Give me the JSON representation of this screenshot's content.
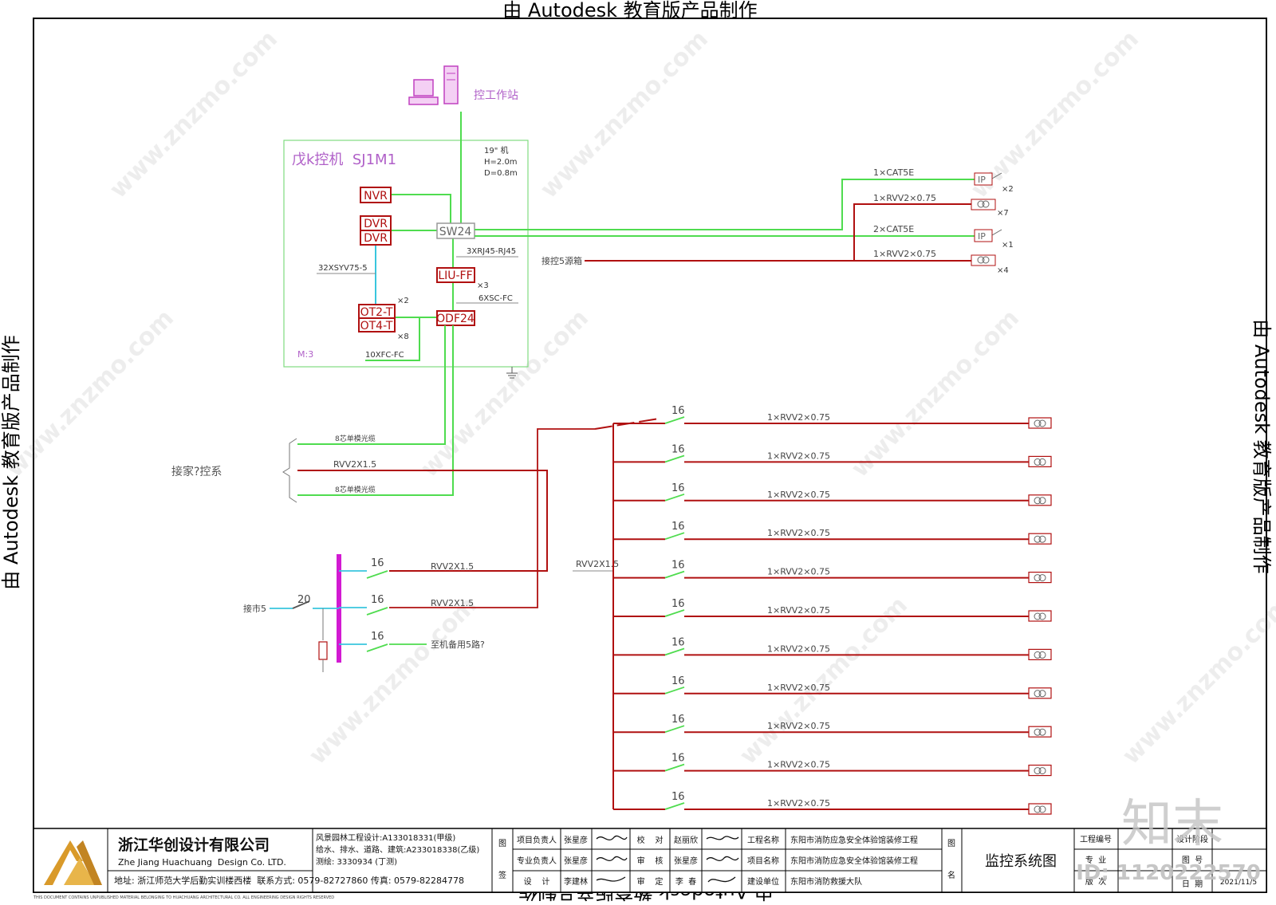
{
  "watermark": {
    "top": "由 Autodesk 教育版产品制作",
    "bottom": "由 Autodesk 教育版产品制作",
    "left": "由 Autodesk 教育版产品制作",
    "right": "由 Autodesk 教育版产品制作",
    "brand": "知末",
    "id_label": "ID: 1120222570",
    "site": "www.znzmo.com"
  },
  "diagram": {
    "workstation_label": "控工作站",
    "cabinet_title": "戊k控机  SJ1M1",
    "cabinet_spec": [
      "19\" 机",
      "H=2.0m",
      "D=0.8m"
    ],
    "cabinet_tag": "M:3",
    "boxes": {
      "nvr": "NVR",
      "dvr1": "DVR",
      "dvr2": "DVR",
      "sw": "SW24",
      "liu": "LIU-FF",
      "ot2": "OT2-T",
      "ot4": "OT4-T",
      "odf": "ODF24"
    },
    "labels": {
      "coax": "32XSYV75-5",
      "rj45": "3XRJ45-RJ45",
      "x3": "×3",
      "scfc": "6XSC-FC",
      "x2b": "×2",
      "x8": "×8",
      "xfc": "10XFC-FC",
      "cat5e_1": "1×CAT5E",
      "rvv_1": "1×RVV2×0.75",
      "cat5e_2": "2×CAT5E",
      "rvv_2": "1×RVV2×0.75",
      "ip1": "IP",
      "ip2": "IP",
      "mx2": "×2",
      "mx7": "×7",
      "mx1": "×1",
      "mx4": "×4",
      "power_box": "接控5源箱",
      "fiber1": "8芯单模光缆",
      "rvv15_a": "RVV2X1.5",
      "fiber2": "8芯单模光缆",
      "external": "接家?控系",
      "rvv15_b": "RVV2X1.5",
      "rvv15_c": "RVV2X1.5",
      "rvv15_d": "RVV2X1.5",
      "sw16_a": "16",
      "sw16_b": "16",
      "sw16_c": "16",
      "sw20": "20",
      "mains": "接市5",
      "spare": "至机备用5路?"
    },
    "branches": [
      {
        "rating": "16",
        "cable": "1×RVV2×0.75"
      },
      {
        "rating": "16",
        "cable": "1×RVV2×0.75"
      },
      {
        "rating": "16",
        "cable": "1×RVV2×0.75"
      },
      {
        "rating": "16",
        "cable": "1×RVV2×0.75"
      },
      {
        "rating": "16",
        "cable": "1×RVV2×0.75"
      },
      {
        "rating": "16",
        "cable": "1×RVV2×0.75"
      },
      {
        "rating": "16",
        "cable": "1×RVV2×0.75"
      },
      {
        "rating": "16",
        "cable": "1×RVV2×0.75"
      },
      {
        "rating": "16",
        "cable": "1×RVV2×0.75"
      },
      {
        "rating": "16",
        "cable": "1×RVV2×0.75"
      },
      {
        "rating": "16",
        "cable": "1×RVV2×0.75"
      }
    ]
  },
  "titleblock": {
    "company_cn": "浙江华创设计有限公司",
    "company_en": "Zhe Jiang Huachuang  Design Co. LTD.",
    "address": "地址: 浙江师范大学后勤实训楼西楼  联系方式: 0579-82727860 传真: 0579-82284778",
    "qual1": "风景园林工程设计:A133018331(甲级)",
    "qual2": "给水、排水、道路、建筑:A233018338(乙级)",
    "qual3": "测绘: 3330934 (丁测)",
    "sign_label": [
      "图",
      "签"
    ],
    "roles": [
      {
        "role": "项目负责人",
        "name": "张星彦"
      },
      {
        "role": "专业负责人",
        "name": "张星彦"
      },
      {
        "role": "设    计",
        "name": "李建林"
      }
    ],
    "checks": [
      {
        "role": "校    对",
        "name": "赵丽欣"
      },
      {
        "role": "审    核",
        "name": "张星彦"
      },
      {
        "role": "审    定",
        "name": "李  春"
      }
    ],
    "project_rows": [
      {
        "label": "工程名称",
        "value": "东阳市消防应急安全体验馆装修工程"
      },
      {
        "label": "项目名称",
        "value": "东阳市消防应急安全体验馆装修工程"
      },
      {
        "label": "建设单位",
        "value": "东阳市消防救援大队"
      }
    ],
    "drawing_name_label": [
      "图",
      "名"
    ],
    "drawing_name": "监控系统图",
    "meta": [
      {
        "label": "工程编号",
        "value": "设计阶段"
      },
      {
        "label": "专  业",
        "value": "图  号"
      },
      {
        "label": "版  次",
        "value": "日  期"
      }
    ],
    "date": "2021/11/5",
    "footnote": "THIS DOCUMENT CONTAINS UNPUBLISHED MATERIAL BELONGING TO HUACHUANG ARCHITECTURAL CO. ALL ENGINEERING DESIGN RIGHTS RESERVED"
  },
  "colors": {
    "green": "#4fdc4f",
    "red": "#b01010",
    "cyan": "#39c6de",
    "magenta": "#d21ad2",
    "purple": "#b060c8",
    "gray": "#888888"
  }
}
